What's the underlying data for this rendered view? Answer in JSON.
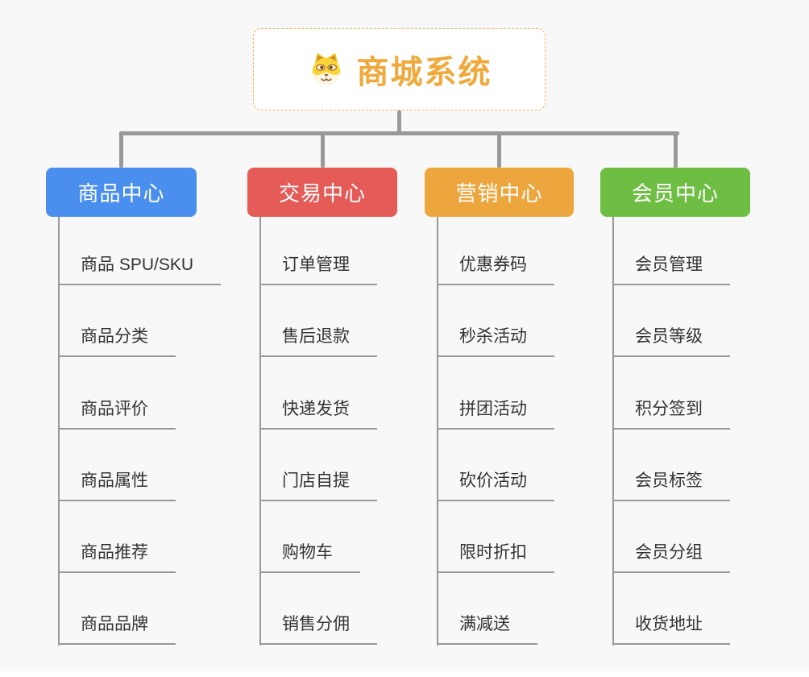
{
  "page": {
    "background": "#f8f8f8",
    "connector_color": "#999999"
  },
  "root": {
    "title": "商城系统",
    "text_color": "#f0a93c",
    "border_color": "#f2b55e",
    "icon": "dog-face-icon"
  },
  "branches": [
    {
      "label": "商品中心",
      "color": "#4a8fee",
      "children": [
        "商品 SPU/SKU",
        "商品分类",
        "商品评价",
        "商品属性",
        "商品推荐",
        "商品品牌"
      ]
    },
    {
      "label": "交易中心",
      "color": "#e45b57",
      "children": [
        "订单管理",
        "售后退款",
        "快递发货",
        "门店自提",
        "购物车",
        "销售分佣"
      ]
    },
    {
      "label": "营销中心",
      "color": "#eda63e",
      "children": [
        "优惠券码",
        "秒杀活动",
        "拼团活动",
        "砍价活动",
        "限时折扣",
        "满减送"
      ]
    },
    {
      "label": "会员中心",
      "color": "#6ebe43",
      "children": [
        "会员管理",
        "会员等级",
        "积分签到",
        "会员标签",
        "会员分组",
        "收货地址"
      ]
    }
  ]
}
